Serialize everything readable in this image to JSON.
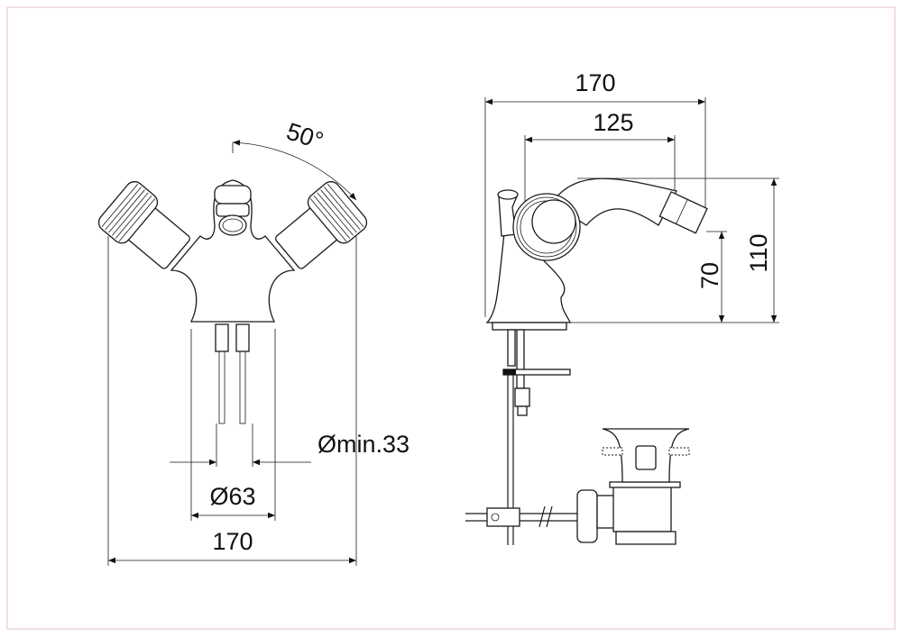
{
  "drawing": {
    "front_view": {
      "angle_label": "50°",
      "hole_min_label": "Ømin.33",
      "base_diameter_label": "Ø63",
      "width_label": "170"
    },
    "side_view": {
      "length_label": "170",
      "spout_reach_label": "125",
      "height_label": "110",
      "spout_height_label": "70"
    },
    "colors": {
      "frame": "#e8c8d4",
      "line": "#1a1a1a"
    }
  }
}
